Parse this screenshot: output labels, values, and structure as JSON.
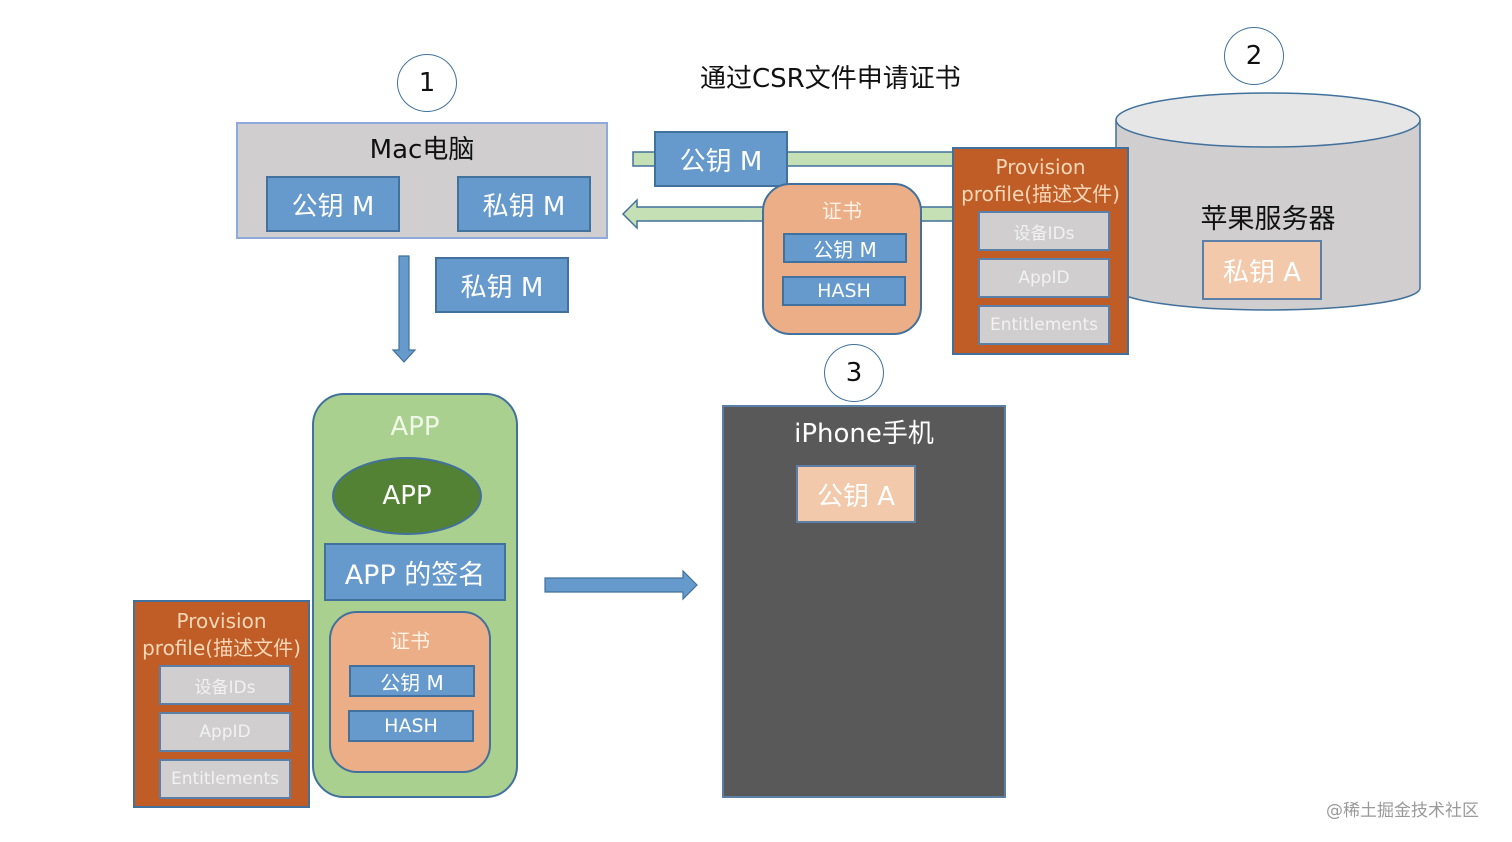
{
  "title": "通过CSR文件申请证书",
  "step_markers": [
    "1",
    "2",
    "3"
  ],
  "mac": {
    "title": "Mac电脑",
    "public_key": "公钥 M",
    "private_key": "私钥 M"
  },
  "transfer_private_key": "私钥 M",
  "csr_public_key": "公钥 M",
  "certificate_top": {
    "title": "证书",
    "public_key": "公钥 M",
    "hash": "HASH"
  },
  "provision_top": {
    "title_line1": "Provision",
    "title_line2": "profile(描述文件)",
    "items": [
      "设备IDs",
      "AppID",
      "Entitlements"
    ]
  },
  "apple_server": {
    "title": "苹果服务器",
    "private_key": "私钥 A"
  },
  "app_bundle": {
    "title": "APP",
    "app_label": "APP",
    "signature": "APP 的签名",
    "certificate": {
      "title": "证书",
      "public_key": "公钥 M",
      "hash": "HASH"
    }
  },
  "provision_bottom": {
    "title_line1": "Provision",
    "title_line2": "profile(描述文件)",
    "items": [
      "设备IDs",
      "AppID",
      "Entitlements"
    ]
  },
  "iphone": {
    "title": "iPhone手机",
    "public_key": "公钥 A"
  },
  "watermark": "@稀土掘金技术社区",
  "colors": {
    "key_blue": "#6699cc",
    "arrow_green": "#c5e0b4",
    "provision_orange": "#c05d26",
    "certificate_peach": "#ebae86",
    "app_green": "#a9d08e",
    "app_dark_green": "#548235",
    "iphone_dark": "#595959",
    "server_grey": "#d0cece"
  }
}
